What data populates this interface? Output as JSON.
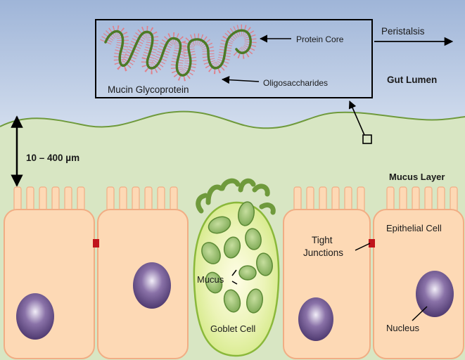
{
  "labels": {
    "mucin_glycoprotein": "Mucin Glycoprotein",
    "protein_core": "Protein Core",
    "oligosaccharides": "Oligosaccharides",
    "peristalsis": "Peristalsis",
    "gut_lumen": "Gut Lumen",
    "thickness": "10 – 400 µm",
    "mucus_layer": "Mucus Layer",
    "epithelial_cell": "Epithelial Cell",
    "tight_junctions_line1": "Tight",
    "tight_junctions_line2": "Junctions",
    "mucus": "Mucus",
    "goblet_cell": "Goblet Cell",
    "nucleus": "Nucleus"
  },
  "colors": {
    "lumen_top": "#9fb5d8",
    "lumen_bottom": "#ffffff",
    "mucus_layer": "#d8e6c3",
    "mucus_outline": "#6f9a3c",
    "cell_fill": "#fdd9b5",
    "cell_stroke": "#f1ad84",
    "nucleus": "#6a4f8a",
    "goblet_fill": "#e6f2a5",
    "granule": "#8fb866",
    "granule_stroke": "#5c8a35",
    "tight_junction": "#c0141b",
    "protein_core": "#4c7a26",
    "oligosaccharide": "#e0808a"
  }
}
